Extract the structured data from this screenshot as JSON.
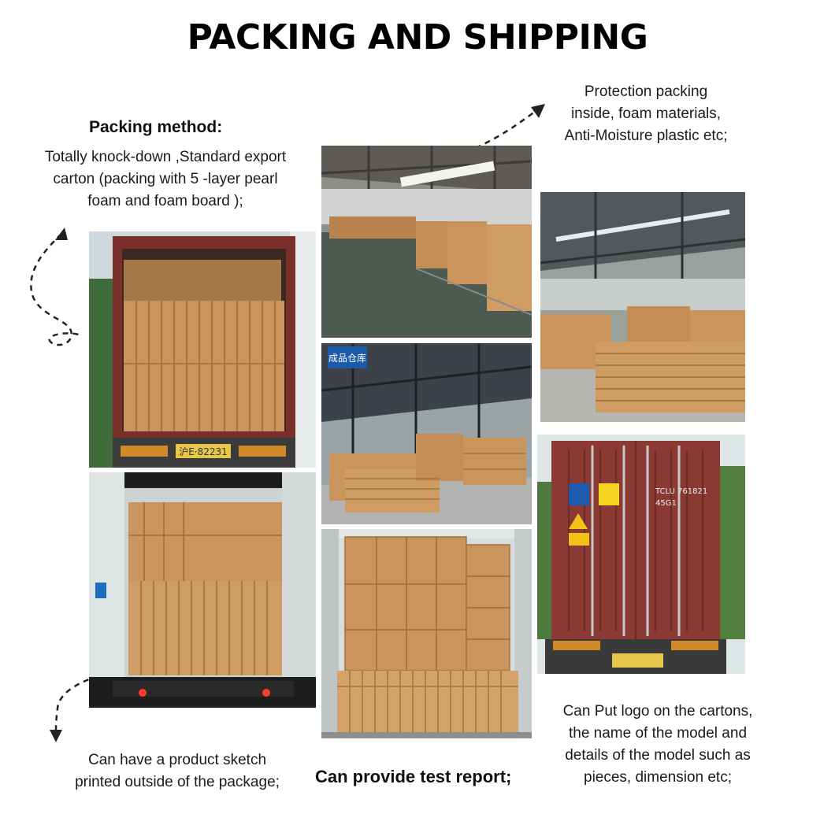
{
  "title": "PACKING AND SHIPPING",
  "packing_method": {
    "heading": "Packing method:",
    "lines": [
      "Totally knock-down ,Standard export",
      "carton (packing with 5 -layer pearl",
      "foam and foam board );"
    ]
  },
  "protection": {
    "lines": [
      "Protection packing",
      "inside, foam materials,",
      "Anti-Moisture plastic etc;"
    ]
  },
  "sketch": {
    "lines": [
      "Can have a product sketch",
      "printed outside of the package;"
    ]
  },
  "test_report": "Can provide test report;",
  "logo": {
    "lines": [
      "Can Put logo on the cartons,",
      "the name of the model and",
      "details of the model such as",
      "pieces, dimension etc;"
    ]
  },
  "photo_signage": {
    "warehouse_sign": "成品仓库",
    "container_code": "TCLU 761821",
    "container_code2": "45G1",
    "plate": "沪E·82231"
  },
  "colors": {
    "carton": "#c9955c",
    "container_red": "#8b3a33",
    "container_white": "#dfe4e4",
    "floor": "#4d5a52"
  }
}
